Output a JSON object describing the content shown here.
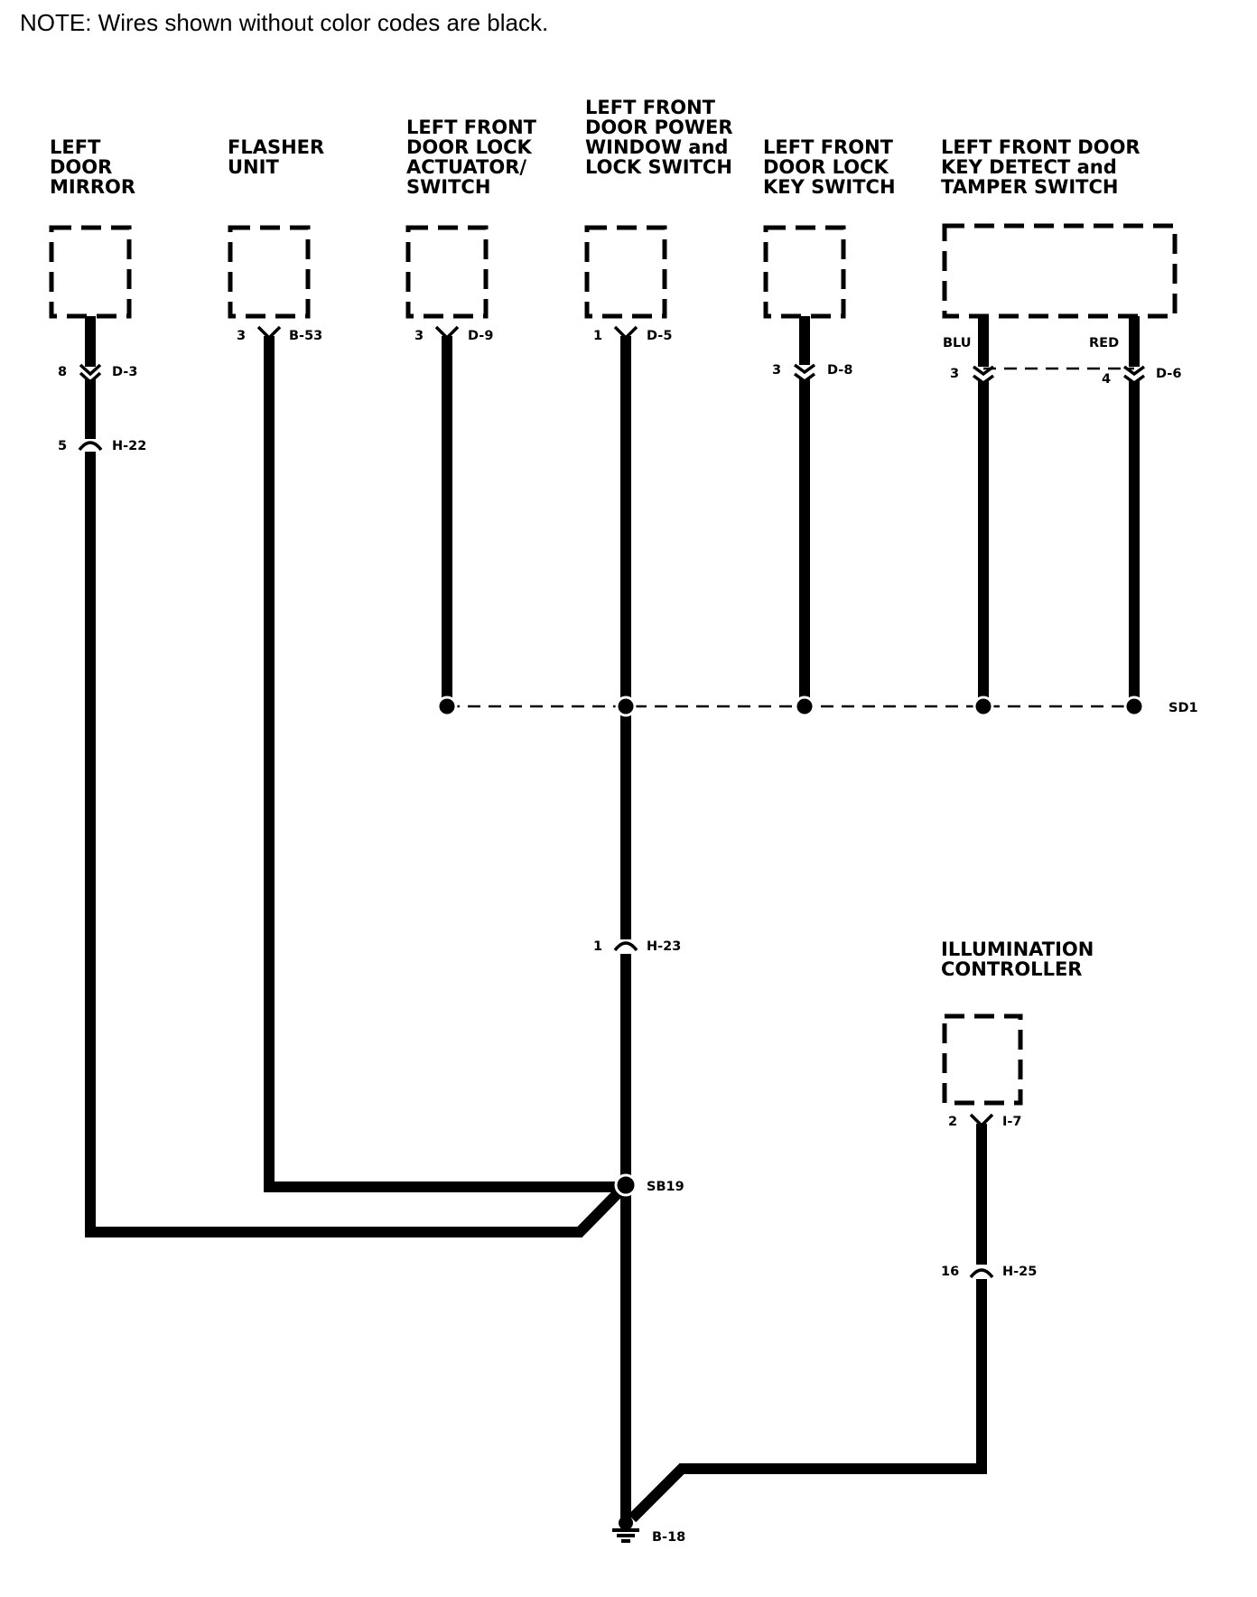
{
  "note": "NOTE: Wires shown without color codes are black.",
  "components": [
    {
      "id": "left-door-mirror",
      "label": [
        "LEFT",
        "DOOR",
        "MIRROR"
      ]
    },
    {
      "id": "flasher-unit",
      "label": [
        "FLASHER",
        "UNIT"
      ]
    },
    {
      "id": "door-lock-actuator",
      "label": [
        "LEFT FRONT",
        "DOOR LOCK",
        "ACTUATOR/",
        "SWITCH"
      ]
    },
    {
      "id": "power-window-switch",
      "label": [
        "LEFT FRONT",
        "DOOR POWER",
        "WINDOW and",
        "LOCK SWITCH"
      ]
    },
    {
      "id": "door-lock-key-switch",
      "label": [
        "LEFT FRONT",
        "DOOR LOCK",
        "KEY SWITCH"
      ]
    },
    {
      "id": "key-detect-tamper-switch",
      "label": [
        "LEFT FRONT DOOR",
        "KEY DETECT and",
        "TAMPER SWITCH"
      ]
    },
    {
      "id": "illumination-controller",
      "label": [
        "ILLUMINATION",
        "CONTROLLER"
      ]
    }
  ],
  "connectors": [
    {
      "id": "d3",
      "pin": "8",
      "name": "D-3"
    },
    {
      "id": "h22",
      "pin": "5",
      "name": "H-22"
    },
    {
      "id": "b53",
      "pin": "3",
      "name": "B-53"
    },
    {
      "id": "d9",
      "pin": "3",
      "name": "D-9"
    },
    {
      "id": "d5",
      "pin": "1",
      "name": "D-5"
    },
    {
      "id": "d8",
      "pin": "3",
      "name": "D-8"
    },
    {
      "id": "d6a",
      "pin": "3",
      "name": ""
    },
    {
      "id": "d6b",
      "pin": "4",
      "name": "D-6"
    },
    {
      "id": "h23",
      "pin": "1",
      "name": "H-23"
    },
    {
      "id": "i7",
      "pin": "2",
      "name": "I-7"
    },
    {
      "id": "h25",
      "pin": "16",
      "name": "H-25"
    }
  ],
  "wire_colors": {
    "left": "BLU",
    "right": "RED"
  },
  "splices": {
    "sd1": "SD1",
    "sb19": "SB19"
  },
  "ground": {
    "name": "B-18"
  }
}
